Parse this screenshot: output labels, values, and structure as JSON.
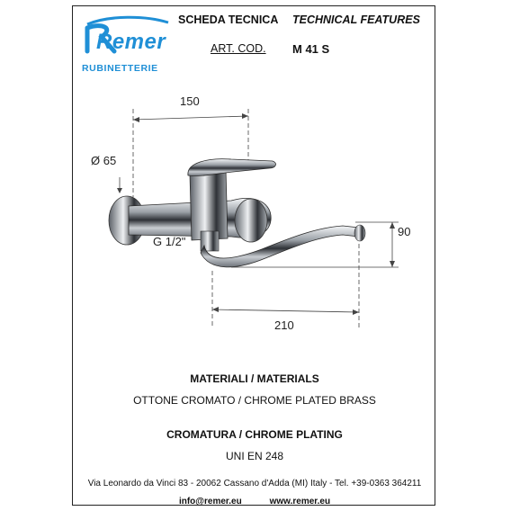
{
  "header": {
    "logo": {
      "brand": "Remer",
      "subtitle": "RUBINETTERIE"
    },
    "scheda": "SCHEDA TECNICA",
    "technical": "TECHNICAL FEATURES",
    "art_cod_label": "ART. COD.",
    "art_code": "M 41 S"
  },
  "drawing": {
    "dim_150": "150",
    "dim_diameter": "Ø 65",
    "dim_thread": "G 1/2\"",
    "dim_90": "90",
    "dim_210": "210"
  },
  "materials": {
    "title": "MATERIALI / MATERIALS",
    "value": "OTTONE CROMATO / CHROME PLATED BRASS"
  },
  "plating": {
    "title": "CROMATURA / CHROME PLATING",
    "value": "UNI EN 248"
  },
  "footer": {
    "address": "Via Leonardo da Vinci 83 - 20062 Cassano d'Adda (MI) Italy - Tel. +39-0363 364211",
    "email": "info@remer.eu",
    "website": "www.remer.eu"
  },
  "colors": {
    "logo_blue": "#1f8fd6",
    "chrome_dark": "#3a3d42",
    "chrome_light": "#e9ecef"
  }
}
